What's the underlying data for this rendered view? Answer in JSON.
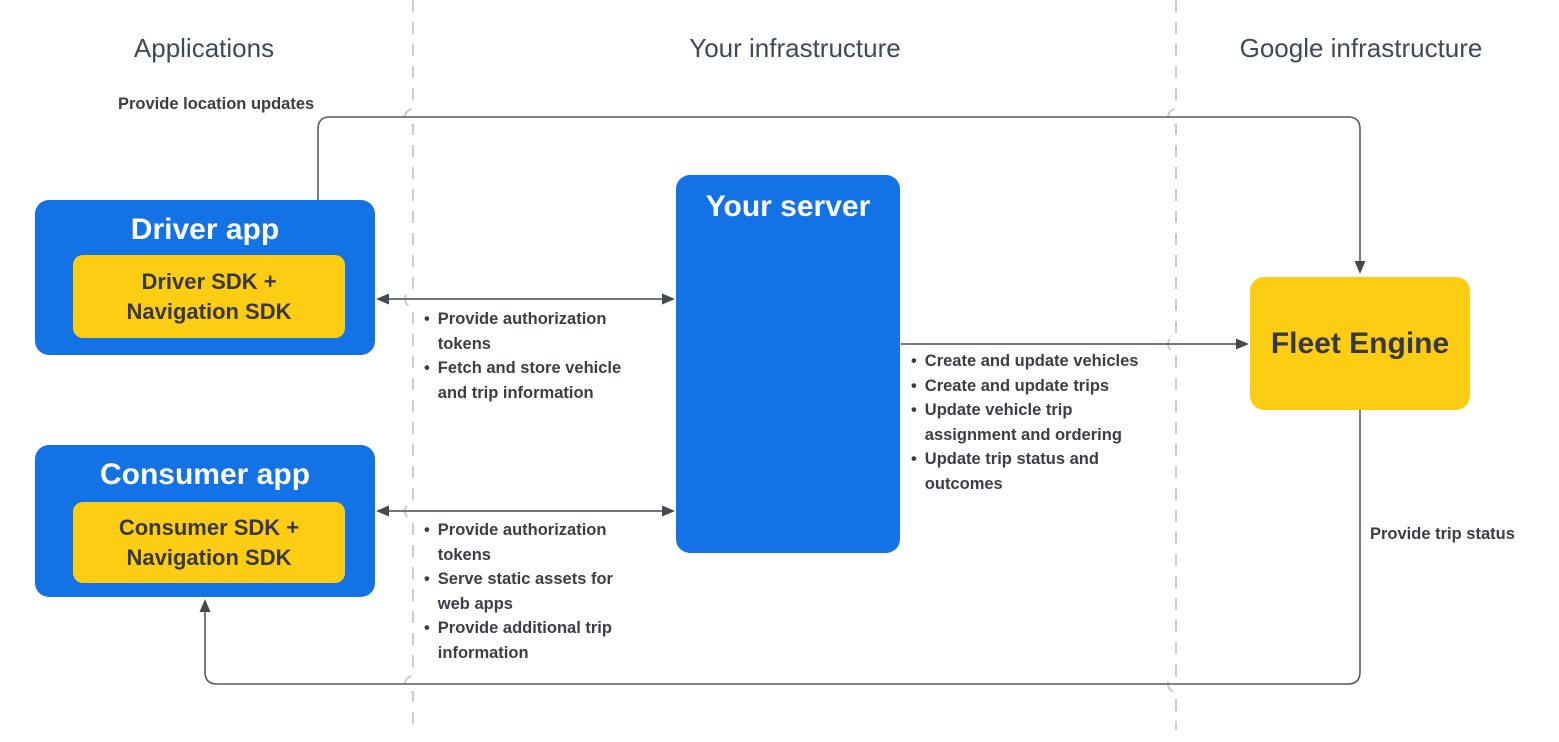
{
  "bullet_glyph": "•",
  "colors": {
    "node-blue": "#1272e6",
    "node-yellow": "#fdcd14",
    "title-on-blue": "#ffffff",
    "text-dark": "#37393f",
    "bullet-text": "#3a3e45",
    "header-text": "#3f4a57",
    "line": "#565b63",
    "divider": "#c9ccd1"
  },
  "column_headers": {
    "applications": "Applications",
    "your_infrastructure": "Your infrastructure",
    "google_infrastructure": "Google infrastructure"
  },
  "nodes": {
    "driver_app": {
      "title": "Driver app",
      "sdk_label": "Driver SDK +\nNavigation SDK"
    },
    "consumer_app": {
      "title": "Consumer app",
      "sdk_label": "Consumer SDK +\nNavigation SDK"
    },
    "your_server": {
      "title": "Your server"
    },
    "fleet_engine": {
      "title": "Fleet Engine"
    }
  },
  "edges": {
    "driver_to_fleet": {
      "label": "Provide location updates"
    },
    "fleet_to_consumer": {
      "label": "Provide trip status"
    },
    "driver_server": {
      "bullets": [
        "Provide authorization tokens",
        "Fetch and store vehicle and trip information"
      ]
    },
    "consumer_server": {
      "bullets": [
        "Provide authorization tokens",
        "Serve static assets for web apps",
        "Provide additional trip information"
      ]
    },
    "server_fleet": {
      "bullets": [
        "Create and update vehicles",
        "Create and update trips",
        "Update vehicle trip assignment and ordering",
        "Update trip status and outcomes"
      ]
    }
  }
}
